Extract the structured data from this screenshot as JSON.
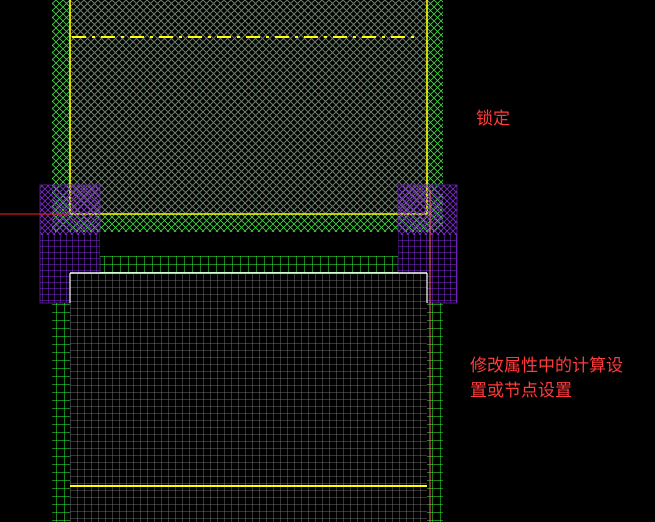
{
  "annotations": {
    "lock_label": "锁定",
    "modify_line1": "修改属性中的计算设",
    "modify_line2": "置或节点设置"
  },
  "colors": {
    "background": "#000000",
    "annotation_text": "#ff3b3b",
    "upper_hatch": "#49d649",
    "lower_grid": "#33ff33",
    "inner_grid": "#8a8a8a",
    "corner_mesh": "#8a2be2",
    "outline_yellow": "#ffff00",
    "outline_white": "#ffffff",
    "crosshair_red": "#ff2020",
    "vertical_red": "#ff6a6a"
  }
}
